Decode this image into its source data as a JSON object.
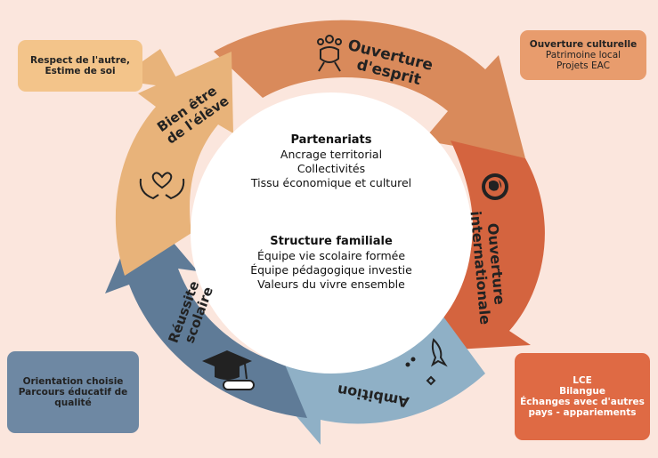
{
  "colors": {
    "background": "#fbe6dd",
    "orange": "#d98a5b",
    "red_orange": "#d4643f",
    "light_blue": "#8fb0c6",
    "slate_blue": "#5f7b97",
    "tan": "#e8b37a",
    "box_cream": "#f3c48a",
    "box_salmon": "#e89c6d",
    "box_slate": "#6e88a3",
    "box_red": "#df6a44"
  },
  "cycle": {
    "ouverture_esprit": {
      "line1": "Ouverture",
      "line2": "d'esprit",
      "icon": "open-mind-head-icon"
    },
    "ouverture_internationale": {
      "line1": "Ouverture",
      "line2": "internationale",
      "icon": "globe-icon"
    },
    "ambition": {
      "label": "Ambition",
      "icon": "rocket-stars-icon"
    },
    "reussite": {
      "line1": "Réussite",
      "line2": "scolaire",
      "icon": "graduation-cap-diploma-icon"
    },
    "bien_etre": {
      "line1": "Bien être",
      "line2": "de l'élève",
      "icon": "heart-in-hands-icon"
    }
  },
  "center": {
    "partenariats_title": "Partenariats",
    "partenariats_lines": [
      "Ancrage territorial",
      "Collectivités",
      "Tissu économique et culturel"
    ],
    "structure_title": "Structure familiale",
    "structure_lines": [
      "Équipe vie scolaire formée",
      "Équipe pédagogique investie",
      "Valeurs du vivre ensemble"
    ]
  },
  "boxes": {
    "respect": [
      "Respect de l'autre,",
      "Estime de soi"
    ],
    "culture": [
      "Ouverture culturelle",
      "Patrimoine local",
      "Projets EAC"
    ],
    "orientation": [
      "Orientation choisie",
      "Parcours éducatif de",
      "qualité"
    ],
    "lce": [
      "LCE",
      "Bilangue",
      "Échanges avec d'autres",
      "pays - appariements"
    ]
  }
}
